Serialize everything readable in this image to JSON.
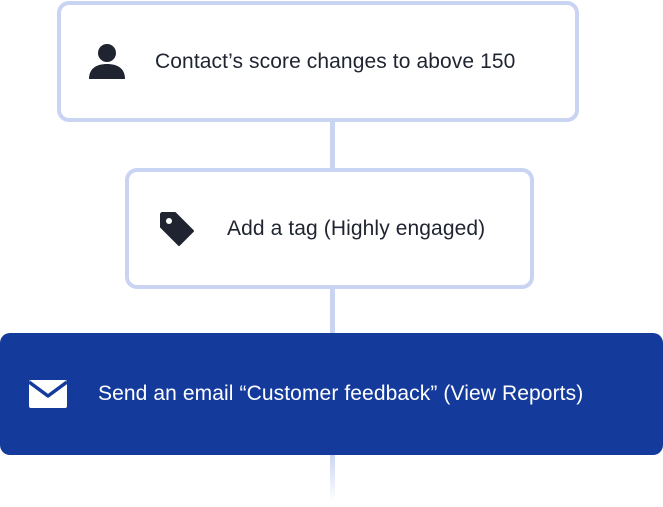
{
  "workflow": {
    "steps": [
      {
        "label": "Contact’s score changes to above 150",
        "icon": "person-icon"
      },
      {
        "label": "Add a tag (Highly engaged)",
        "icon": "tag-icon"
      },
      {
        "label": "Send an email “Customer feedback” (View Reports)",
        "icon": "envelope-icon"
      }
    ]
  },
  "colors": {
    "card_border": "#c9d4f3",
    "connector": "#c9d4f3",
    "active_background": "#143b9c",
    "text": "#1f2430",
    "active_text": "#ffffff"
  }
}
